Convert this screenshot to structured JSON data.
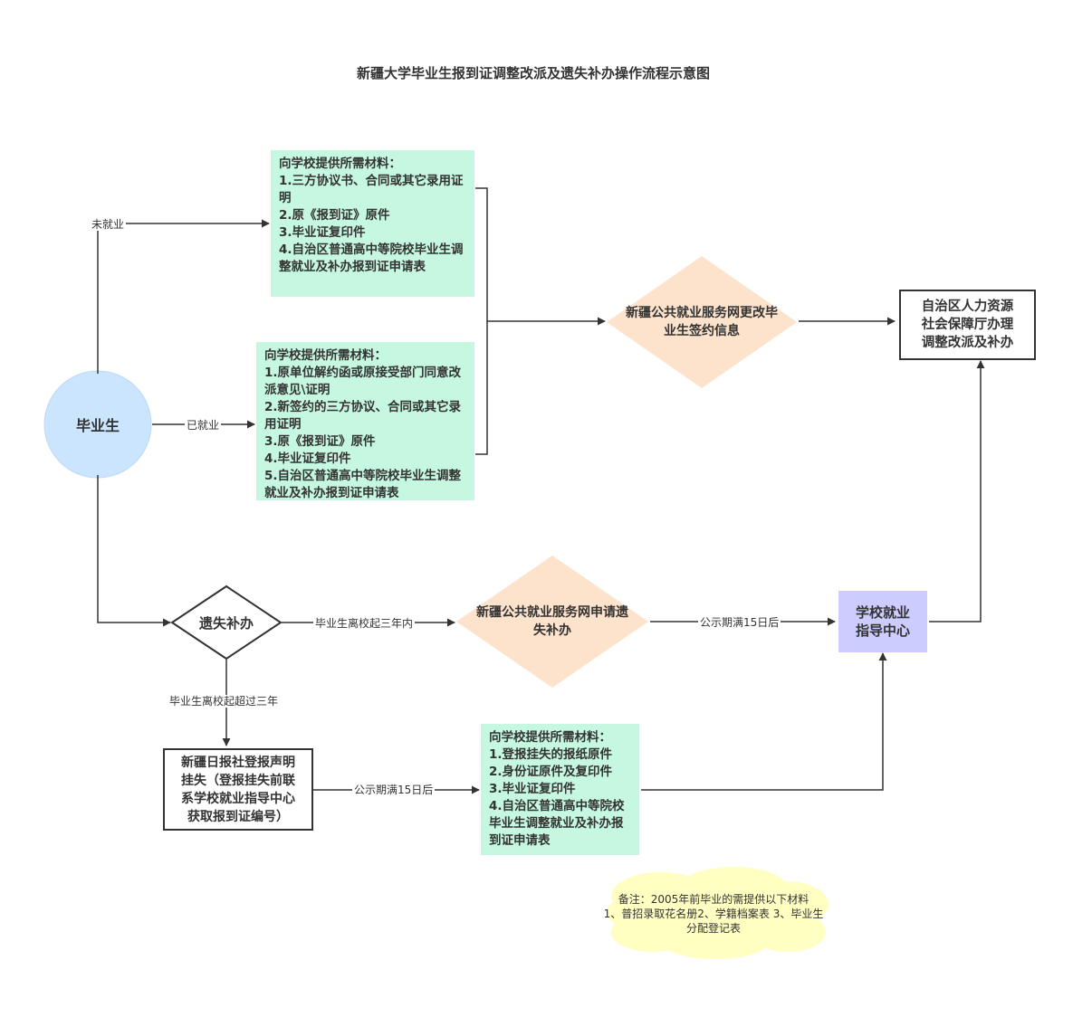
{
  "title": "新疆大学毕业生报到证调整改派及遗失补办操作流程示意图",
  "nodes": {
    "graduate": "毕业生",
    "lost_decision": "遗失补办",
    "materials_unemployed": "向学校提供所需材料：\n1.三方协议书、合同或其它录用证明\n2.原《报到证》原件\n3.毕业证复印件\n4.自治区普通高中等院校毕业生调整就业及补办报到证申请表",
    "materials_employed": "向学校提供所需材料：\n1.原单位解约函或原接受部门同意改派意见\\证明\n2.新签约的三方协议、合同或其它录用证明\n3.原《报到证》原件\n4.毕业证复印件\n5.自治区普通高中等院校毕业生调整就业及补办报到证申请表",
    "change_signing": "新疆公共就业服务网更改毕\n业生签约信息",
    "hr_department": "自治区人力资源\n社会保障厅办理\n调整改派及补办",
    "apply_replacement": "新疆公共就业服务网申请遗\n失补办",
    "school_center": "学校就业\n指导中心",
    "newspaper": "新疆日报社登报声明\n挂失（登报挂失前联\n系学校就业指导中心\n获取报到证编号）",
    "materials_lost": "向学校提供所需材料：\n1.登报挂失的报纸原件\n2.身份证原件及复印件\n3.毕业证复印件\n4.自治区普通高中等院校毕业生调整就业及补办报到证申请表"
  },
  "edge_labels": {
    "unemployed": "未就业",
    "employed": "已就业",
    "within_three_years": "毕业生离校起三年内",
    "after_publicity_1": "公示期满15日后",
    "over_three_years": "毕业生离校起超过三年",
    "after_publicity_2": "公示期满15日后"
  },
  "note": "备注：2005年前毕业的需提供以下材料\n1、普招录取花名册2、学籍档案表 3、毕业生分配登记表",
  "colors": {
    "green_box": "#c6f7e0",
    "orange_diamond": "#fde2cc",
    "blue_circle": "#cce5ff",
    "purple_box": "#ccccff",
    "yellow_cloud": "#ffffc2",
    "line": "#333333"
  }
}
